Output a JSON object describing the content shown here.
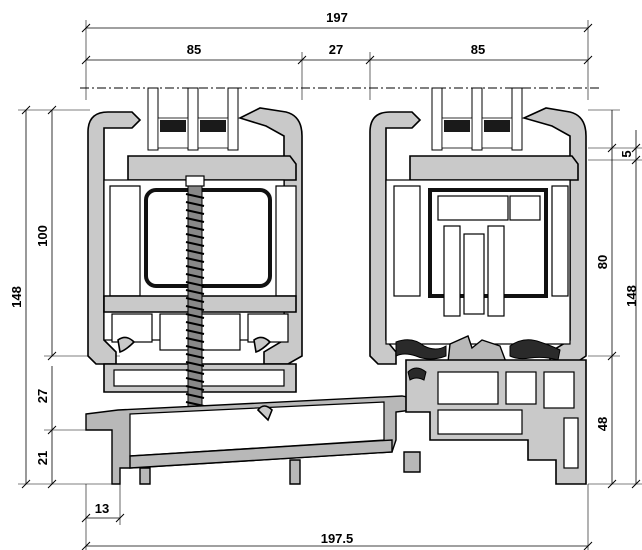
{
  "dimensions": {
    "overall_top": "197",
    "left_frame_width": "85",
    "middle_gap": "27",
    "right_frame_width": "85",
    "left_upper_height": "100",
    "left_total_height": "148",
    "left_mid_height": "27",
    "left_low_height": "21",
    "sill_offset": "13",
    "overall_bottom": "197.5",
    "right_top_small": "5",
    "right_upper_height": "80",
    "right_total_height": "148",
    "right_low_height": "48"
  },
  "colors": {
    "profile": "#c9c9c9",
    "profile_dark": "#b8b8b8",
    "seal": "#2a2a2a",
    "reinforcement": "#111111"
  }
}
